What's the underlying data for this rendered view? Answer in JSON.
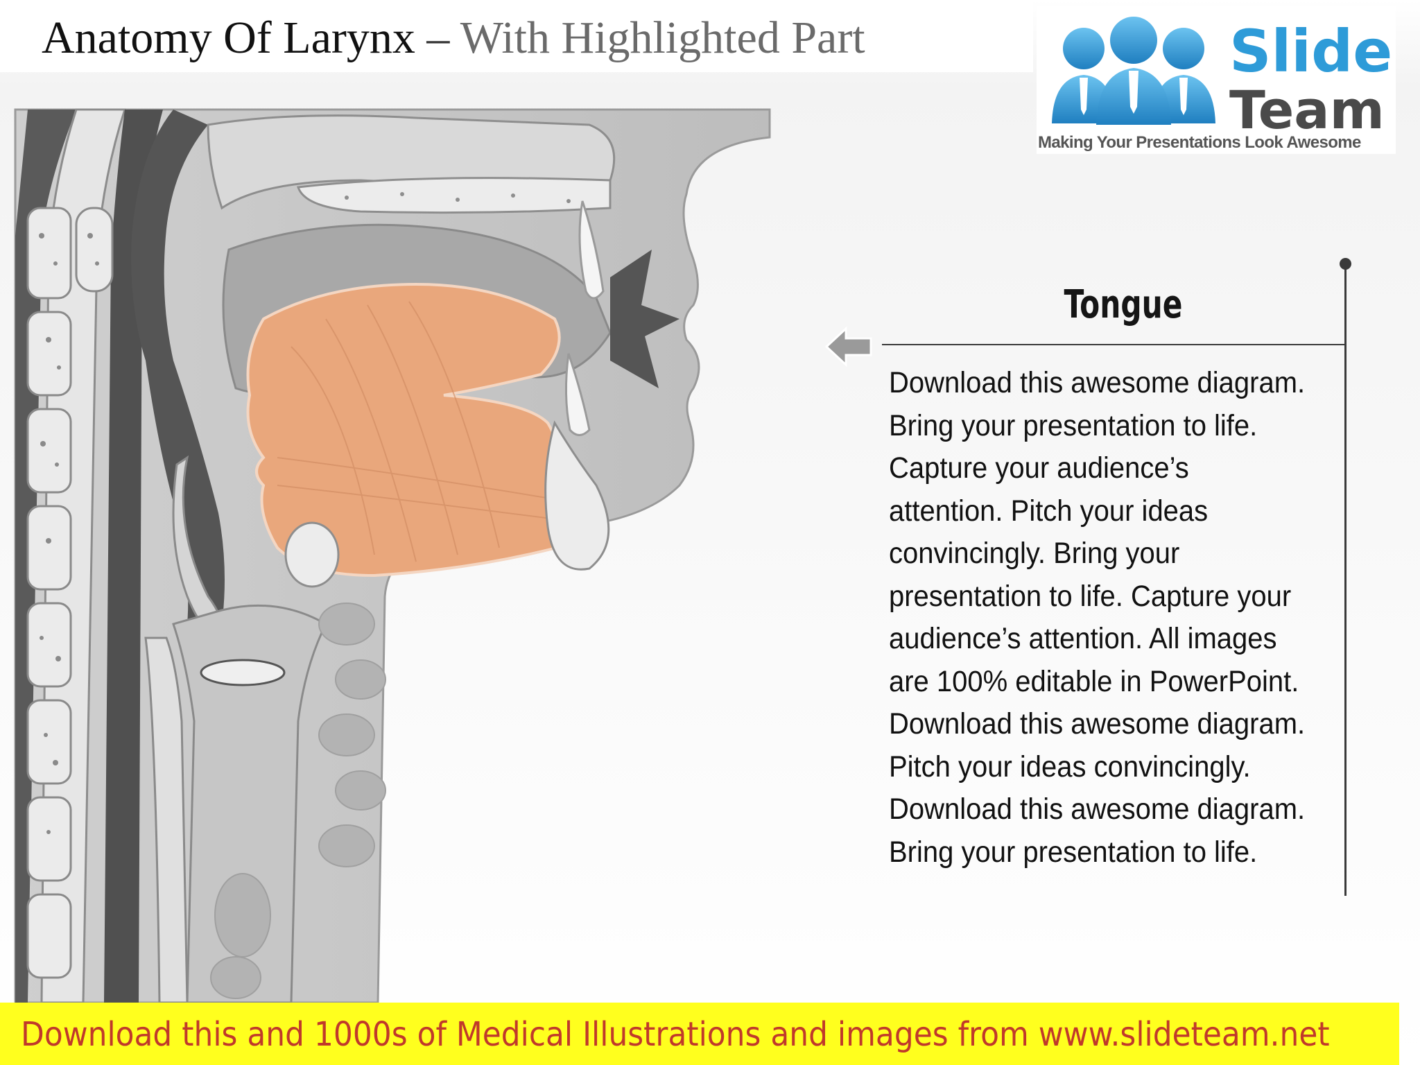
{
  "slide": {
    "title_main": "Anatomy Of Larynx",
    "title_separator": "–",
    "title_sub": "With Highlighted Part"
  },
  "logo": {
    "word1": "Slide",
    "word2": "Team",
    "tagline": "Making Your Presentations Look Awesome",
    "colors": {
      "people": "#2e9bd8",
      "word1": "#2e9bd8",
      "word2": "#4a4a4a"
    }
  },
  "diagram": {
    "highlight_color": "#e9a77c",
    "callout_heading": "Tongue",
    "callout_lines": [
      "Download this awesome diagram.",
      "Bring your presentation to life.",
      "Capture your audience’s",
      "attention. Pitch your ideas",
      "convincingly. Bring your",
      "presentation to life. Capture your",
      "audience’s attention. All images",
      "are 100% editable in PowerPoint.",
      "Download this awesome diagram.",
      "Pitch your ideas convincingly.",
      "Download this awesome diagram.",
      "Bring your presentation to life."
    ]
  },
  "footer": {
    "text": "Download this and 1000s of Medical Illustrations and images from www.slideteam.net",
    "background": "#ffff1e",
    "color": "#c0392b"
  }
}
